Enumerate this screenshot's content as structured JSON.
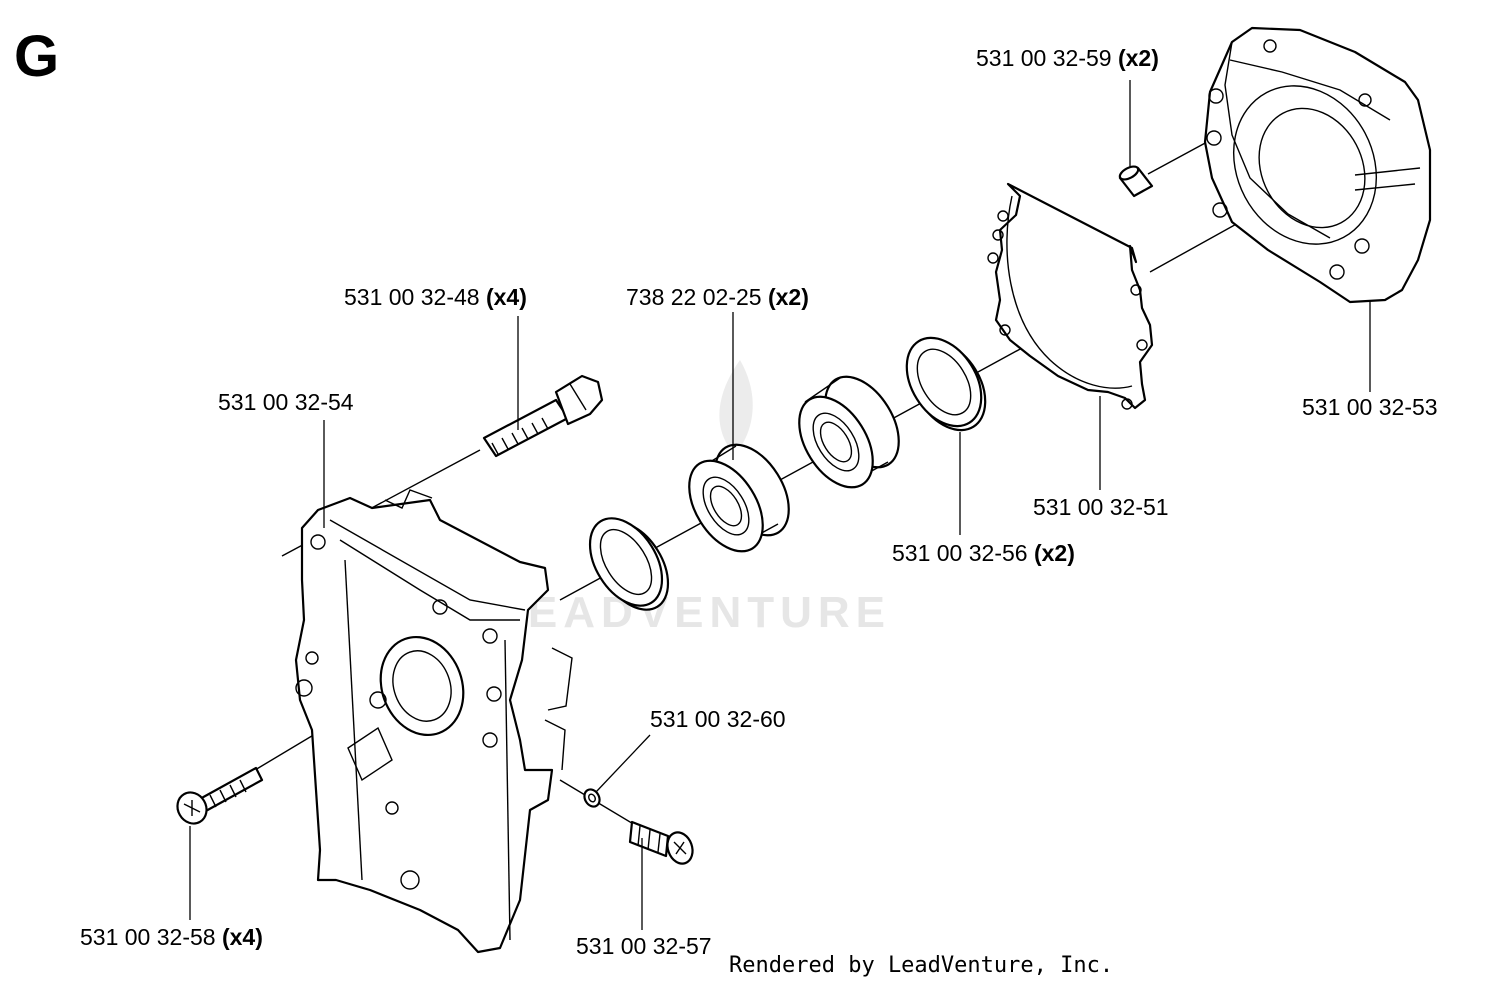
{
  "figure": {
    "section_letter": "G",
    "watermark": "LEADVENTURE",
    "credit": "Rendered by LeadVenture, Inc."
  },
  "callouts": [
    {
      "id": "p48",
      "number": "531 00 32-48",
      "qty": "(x4)"
    },
    {
      "id": "p54",
      "number": "531 00 32-54",
      "qty": ""
    },
    {
      "id": "p25",
      "number": "738 22 02-25",
      "qty": "(x2)"
    },
    {
      "id": "p59",
      "number": "531 00 32-59",
      "qty": "(x2)"
    },
    {
      "id": "p53",
      "number": "531 00 32-53",
      "qty": ""
    },
    {
      "id": "p51",
      "number": "531 00 32-51",
      "qty": ""
    },
    {
      "id": "p56",
      "number": "531 00 32-56",
      "qty": "(x2)"
    },
    {
      "id": "p60",
      "number": "531 00 32-60",
      "qty": ""
    },
    {
      "id": "p58",
      "number": "531 00 32-58",
      "qty": "(x4)"
    },
    {
      "id": "p57",
      "number": "531 00 32-57",
      "qty": ""
    }
  ],
  "components": [
    "crankcase-half-left",
    "crankcase-half-right",
    "bolt",
    "ball-bearing",
    "seal-ring",
    "gasket",
    "dowel-pin",
    "washer",
    "screw"
  ]
}
